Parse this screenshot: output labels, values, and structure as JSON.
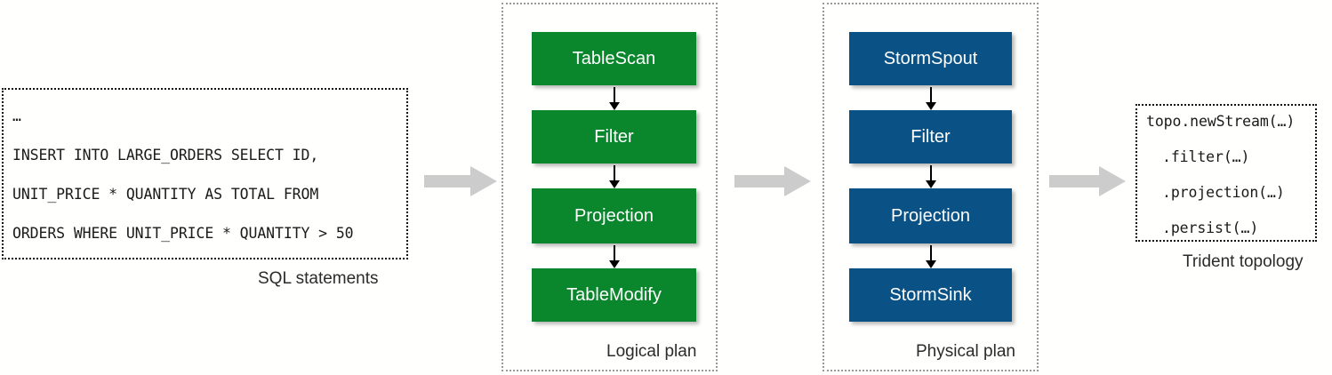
{
  "colors": {
    "logical_node": "#0a862d",
    "physical_node": "#0a5285",
    "flow_arrow": "#cccccc",
    "container_border": "#999999",
    "code_border": "#111111",
    "background": "#fffffd"
  },
  "sql_stage": {
    "caption": "SQL statements",
    "lines": [
      "…",
      "INSERT INTO LARGE_ORDERS SELECT ID,",
      "UNIT_PRICE * QUANTITY AS TOTAL FROM",
      "ORDERS WHERE UNIT_PRICE * QUANTITY > 50"
    ]
  },
  "logical_stage": {
    "caption": "Logical plan",
    "nodes": [
      {
        "label": "TableScan"
      },
      {
        "label": "Filter"
      },
      {
        "label": "Projection"
      },
      {
        "label": "TableModify"
      }
    ]
  },
  "physical_stage": {
    "caption": "Physical plan",
    "nodes": [
      {
        "label": "StormSpout"
      },
      {
        "label": "Filter"
      },
      {
        "label": "Projection"
      },
      {
        "label": "StormSink"
      }
    ]
  },
  "trident_stage": {
    "caption": "Trident topology",
    "lines": [
      "topo.newStream(…)",
      ".filter(…)",
      ".projection(…)",
      ".persist(…)"
    ]
  },
  "flow_arrows": [
    {
      "name": "sql-to-logical"
    },
    {
      "name": "logical-to-physical"
    },
    {
      "name": "physical-to-trident"
    }
  ]
}
